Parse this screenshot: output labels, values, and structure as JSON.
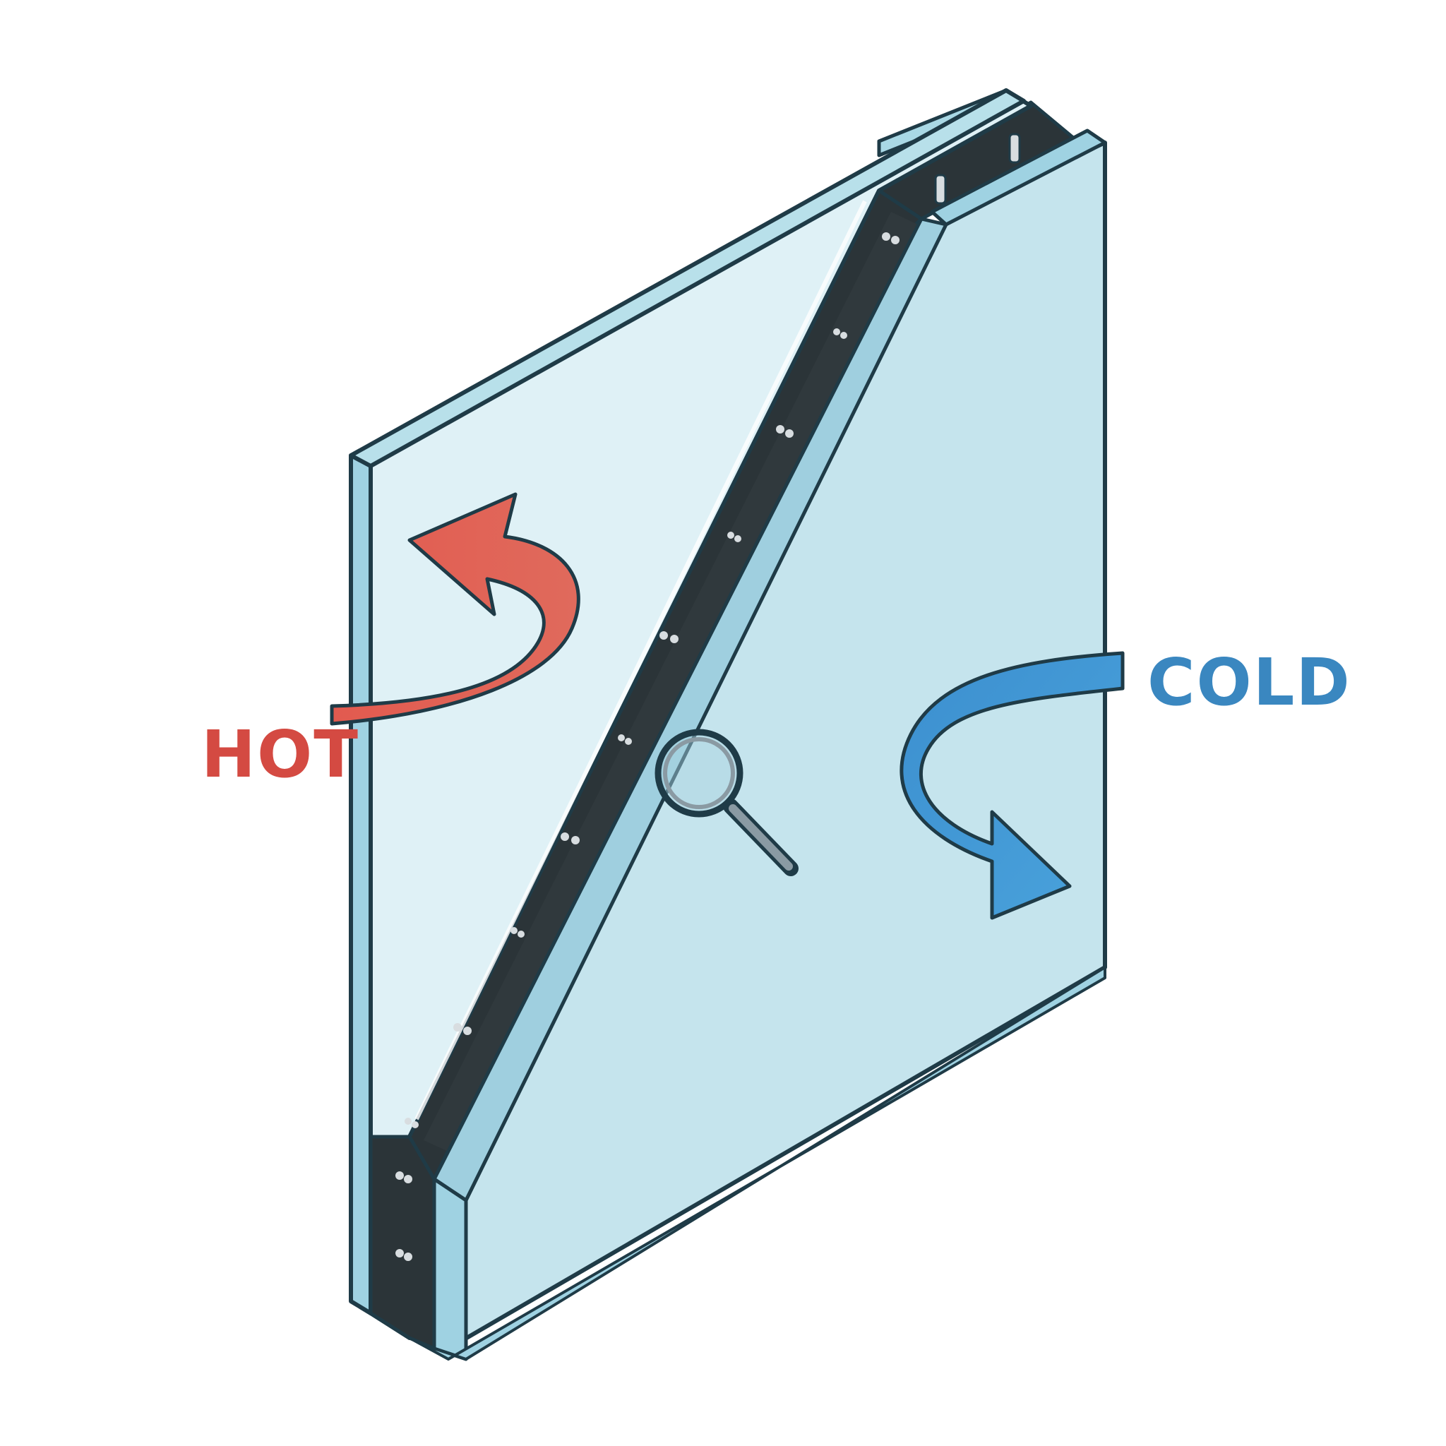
{
  "labels": {
    "hot": "HOT",
    "cold": "COLD"
  },
  "colors": {
    "hot": "#d9534f",
    "cold": "#3a87c0",
    "glass_face": "#c6e5ee",
    "glass_edge": "#9fd2e2",
    "spacer": "#2b3438",
    "outline": "#1f3b47",
    "background": "#ffffff"
  },
  "icons": {
    "hot_arrow": "curved-arrow-up-left",
    "cold_arrow": "curved-arrow-down-right",
    "magnifier": "magnifying-glass"
  }
}
